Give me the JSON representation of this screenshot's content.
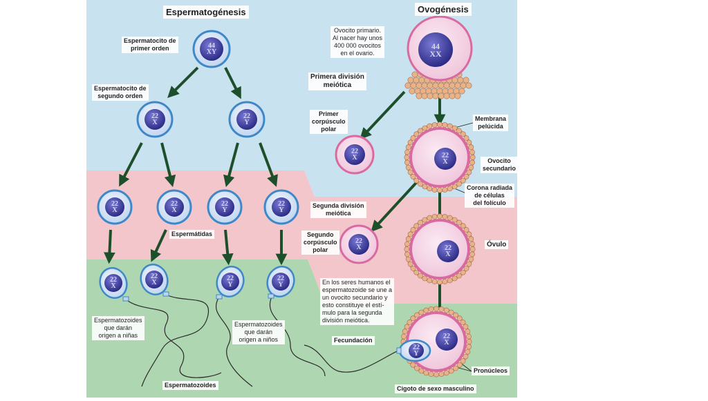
{
  "titles": {
    "spermatogenesis": "Espermatogénesis",
    "oogenesis": "Ovogénesis"
  },
  "labels": {
    "primary_spermatocyte": "Espermatocito de\nprimer orden",
    "secondary_spermatocyte": "Espermatocito de\nsegundo orden",
    "spermatids": "Espermátidas",
    "sperm_girls": "Espermatozoides\nque darán\norigen a niñas",
    "sperm_boys": "Espermatozoides\nque darán\norigen a niños",
    "spermatozoa": "Espermatozoides",
    "primary_oocyte": "Ovocito primario.\nAl nacer hay unos\n400 000 ovocitos\nen el ovario.",
    "first_meiotic_division": "Primera división\nmeiótica",
    "first_polar_body": "Primer\ncorpúsculo\npolar",
    "zona_pellucida": "Membrana\npelúcida",
    "secondary_oocyte": "Ovocito\nsecundario",
    "corona_radiata": "Corona radiada\nde células\ndel folículo",
    "second_meiotic_division": "Segunda división\nmeiótica",
    "second_polar_body": "Segundo\ncorpúsculo\npolar",
    "ovum": "Óvulo",
    "note": "En los seres humanos el\nespermatozoide se une a\nun ovocito secundario y\nesto constituye el estí-\nmulo para la segunda\ndivisión meiótica.",
    "fertilization": "Fecundación",
    "pronuclei": "Pronúcleos",
    "male_zygote": "Cigoto de sexo masculino"
  },
  "chromosomes": {
    "primary_spermatocyte": "44\nXY",
    "sec_left": "22\nX",
    "sec_right": "22\nY",
    "spermatid_1": "22\nX",
    "spermatid_2": "22\nX",
    "spermatid_3": "22\nY",
    "spermatid_4": "22\nY",
    "sperm_1": "22\nX",
    "sperm_2": "22\nX",
    "sperm_3": "22\nY",
    "sperm_4": "22\nY",
    "primary_oocyte": "44\nXX",
    "first_polar_body": "22\nX",
    "secondary_oocyte": "22\nX",
    "second_polar_body": "22\nX",
    "ovum": "22\nX",
    "zygote_egg": "22\nX",
    "zygote_sperm": "22\nY"
  },
  "colors": {
    "band_blue": "#c8e2f0",
    "band_pink": "#f3c6cc",
    "band_green": "#aed6b0",
    "cell_fill": "#dde8f6",
    "cell_ring": "#3f88c8",
    "nucleus": "#33338c",
    "oocyte_fill": "#f6d6e6",
    "oocyte_ring": "#d86aa0",
    "follicle_cell": "#e7b48a",
    "arrow": "#1d4f2a"
  }
}
